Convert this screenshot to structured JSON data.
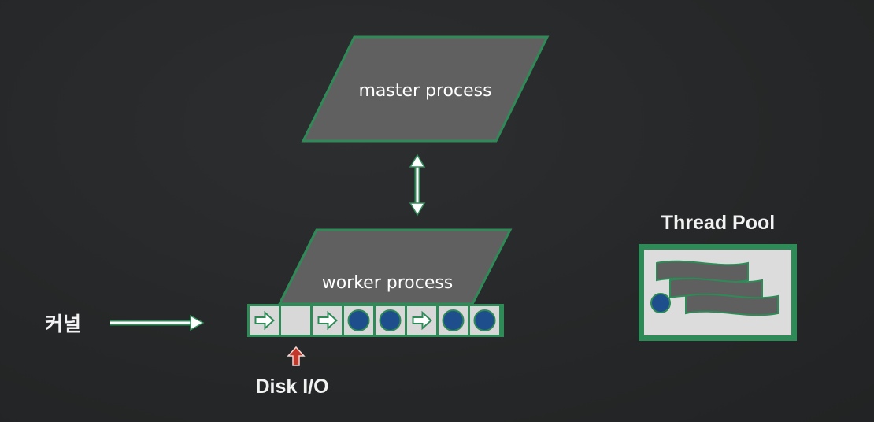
{
  "master": {
    "label": "master process"
  },
  "worker": {
    "label": "worker process"
  },
  "kernel": {
    "label": "커널"
  },
  "disk_io": {
    "label": "Disk I/O"
  },
  "thread_pool": {
    "title": "Thread Pool"
  },
  "queue": {
    "cells": [
      "arrow",
      "empty",
      "arrow",
      "circle",
      "circle",
      "arrow",
      "circle",
      "circle"
    ]
  },
  "colors": {
    "shape_fill": "#5f5f5f",
    "shape_stroke": "#2f8a57",
    "accent_green": "#2e8b57",
    "cell_fill": "#d8d8d8",
    "circle_fill": "#1f4e8c",
    "disk_arrow": "#c0392b"
  }
}
